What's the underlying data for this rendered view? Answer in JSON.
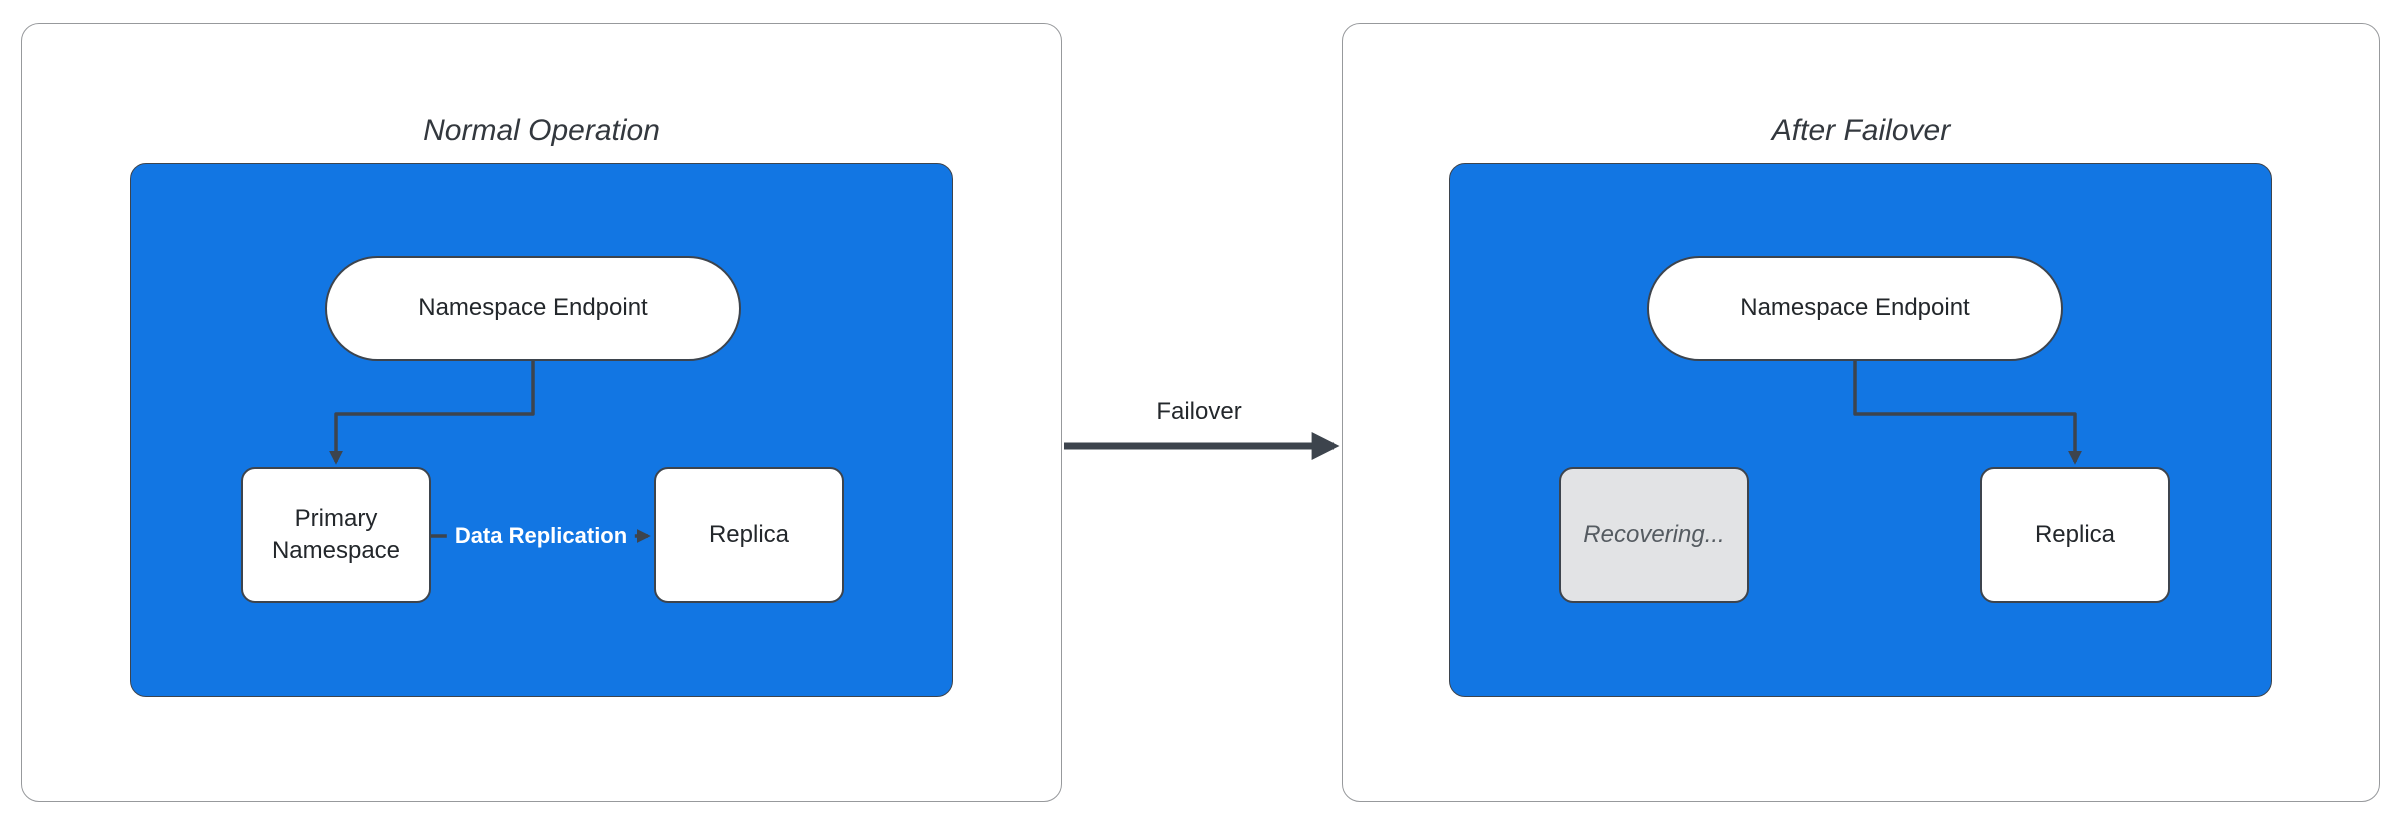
{
  "diagram": {
    "panels": [
      {
        "title": "Normal Operation",
        "nodes": {
          "endpoint": "Namespace Endpoint",
          "primary": "Primary Namespace",
          "replica": "Replica"
        },
        "edges": {
          "replication_label": "Data Replication"
        }
      },
      {
        "title": "After Failover",
        "nodes": {
          "endpoint": "Namespace Endpoint",
          "recovering": "Recovering...",
          "replica": "Replica"
        }
      }
    ],
    "transition_label": "Failover",
    "colors": {
      "cluster_blue": "#1276E3",
      "arrow_stroke": "#3D444D",
      "node_fill": "#FFFFFF",
      "node_text": "#23272B",
      "recovering_fill": "#E2E3E5",
      "recovering_text": "#555B61",
      "edge_label_text": "#FFFFFF",
      "panel_border": "#97999C"
    }
  }
}
